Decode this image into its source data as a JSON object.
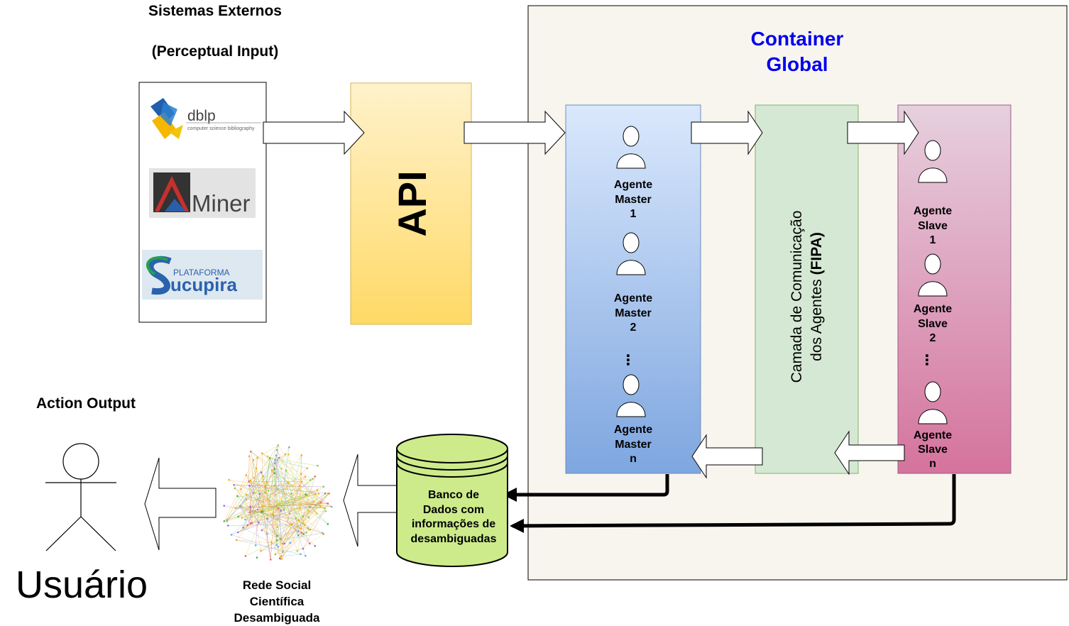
{
  "external": {
    "title": "Sistemas Externos",
    "subtitle": "(Perceptual Input)",
    "sources": {
      "dblp_name": "dblp",
      "dblp_tagline": "computer science bibliography",
      "aminer_name": "Miner",
      "sucupira_top": "PLATAFORMA",
      "sucupira_name": "ucupira"
    }
  },
  "api_label": "API",
  "container": {
    "line1": "Container",
    "line2": "Global"
  },
  "masters": [
    {
      "l1": "Agente",
      "l2": "Master",
      "l3": "1"
    },
    {
      "l1": "Agente",
      "l2": "Master",
      "l3": "2"
    },
    {
      "l1": "Agente",
      "l2": "Master",
      "l3": "n"
    }
  ],
  "masters_ellipsis": "⋮",
  "fipa": {
    "line1": "Camada de Comunicação",
    "line2_prefix": "dos Agentes ",
    "line2_bold": "(FIPA)"
  },
  "slaves": [
    {
      "l1": "Agente",
      "l2": "Slave",
      "l3": "1"
    },
    {
      "l1": "Agente",
      "l2": "Slave",
      "l3": "2"
    },
    {
      "l1": "Agente",
      "l2": "Slave",
      "l3": "n"
    }
  ],
  "slaves_ellipsis": "⋮",
  "database": {
    "l1": "Banco de",
    "l2": "Dados com",
    "l3": "informações de",
    "l4": "desambiguadas"
  },
  "network": {
    "l1": "Rede Social",
    "l2": "Científica",
    "l3": "Desambiguada"
  },
  "output_title": "Action Output",
  "user_label": "Usuário",
  "colors": {
    "container_bg": "#f8f5ee",
    "container_title": "#0000ee",
    "api_top": "#fff2cc",
    "api_bottom": "#ffd966",
    "master_top": "#dae8fc",
    "master_bottom": "#7ea6e0",
    "fipa_bg": "#d5e8d4",
    "slave_top": "#e6d0de",
    "slave_bottom": "#d5739d",
    "db_fill": "#cdeb8b"
  }
}
